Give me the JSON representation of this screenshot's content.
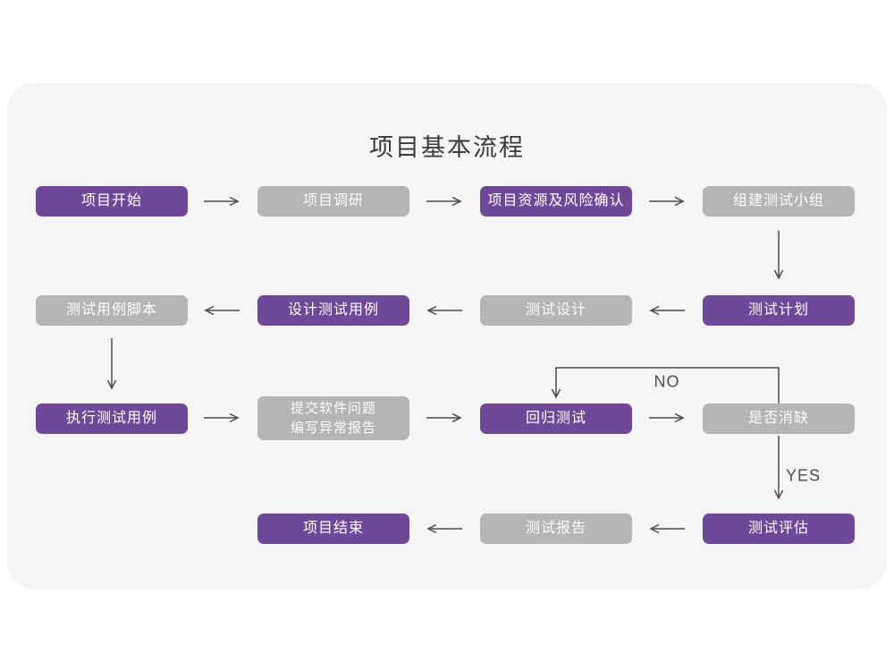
{
  "title": "项目基本流程",
  "labels": {
    "no": "NO",
    "yes": "YES"
  },
  "colors": {
    "purple": "#6e4899",
    "gray": "#b5b5b5",
    "card_background": "#f5f5f6",
    "arrow": "#4d4d4d",
    "box_text": "#ffffff",
    "title_color": "#3b3b3b"
  },
  "nodes": [
    {
      "label": "项目开始",
      "variant": "purple"
    },
    {
      "label": "项目调研",
      "variant": "gray"
    },
    {
      "label": "项目资源及风险确认",
      "variant": "purple"
    },
    {
      "label": "组建测试小组",
      "variant": "gray"
    },
    {
      "label": "测试计划",
      "variant": "purple"
    },
    {
      "label": "测试设计",
      "variant": "gray"
    },
    {
      "label": "设计测试用例",
      "variant": "purple"
    },
    {
      "label": "测试用例脚本",
      "variant": "gray"
    },
    {
      "label": "执行测试用例",
      "variant": "purple"
    },
    {
      "label": "提交软件问题\n编写异常报告",
      "variant": "gray"
    },
    {
      "label": "回归测试",
      "variant": "purple"
    },
    {
      "label": "是否消缺",
      "variant": "gray"
    },
    {
      "label": "测试评估",
      "variant": "purple"
    },
    {
      "label": "测试报告",
      "variant": "gray"
    },
    {
      "label": "项目结束",
      "variant": "purple"
    }
  ]
}
